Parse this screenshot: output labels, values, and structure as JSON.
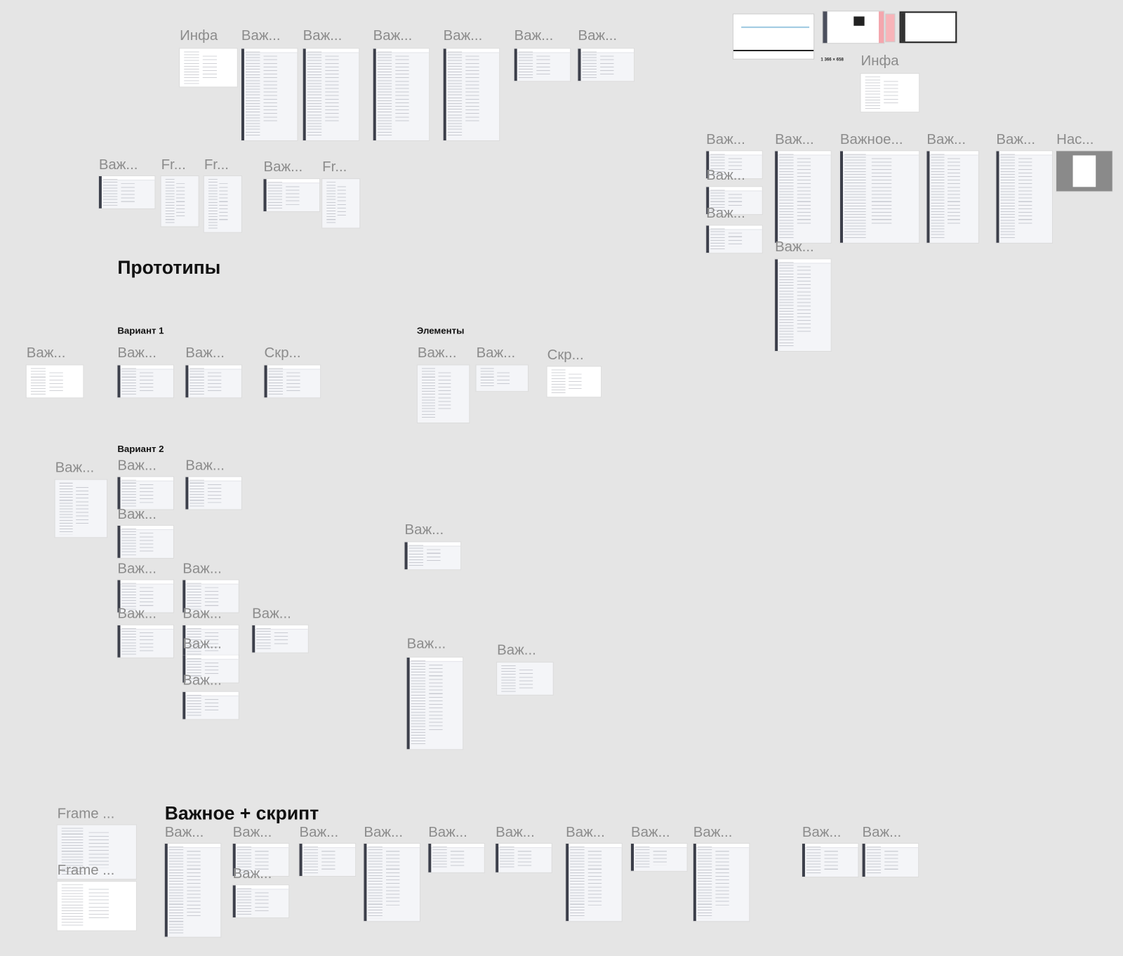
{
  "headings": {
    "prototypes": "Прототипы",
    "variant1": "Вариант 1",
    "variant2": "Вариант 2",
    "elements": "Элементы",
    "important_script": "Важное + скрипт"
  },
  "screenshot_size_label": "1 366 × 658",
  "frames": [
    {
      "label": "Инфа"
    },
    {
      "label": "Важ..."
    },
    {
      "label": "Важ..."
    },
    {
      "label": "Важ..."
    },
    {
      "label": "Важ..."
    },
    {
      "label": "Важ..."
    },
    {
      "label": "Важ..."
    },
    {
      "label": "Инфа"
    },
    {
      "label": "Важ..."
    },
    {
      "label": "Важ..."
    },
    {
      "label": "Важ..."
    },
    {
      "label": "Важ..."
    },
    {
      "label": "Важ..."
    },
    {
      "label": "Важное..."
    },
    {
      "label": "Важ..."
    },
    {
      "label": "Важ..."
    },
    {
      "label": "Нас..."
    },
    {
      "label": "Важ..."
    },
    {
      "label": "Fr..."
    },
    {
      "label": "Fr..."
    },
    {
      "label": "Важ..."
    },
    {
      "label": "Fr..."
    },
    {
      "label": "Важ..."
    },
    {
      "label": "Важ..."
    },
    {
      "label": "Важ..."
    },
    {
      "label": "Скр..."
    },
    {
      "label": "Важ..."
    },
    {
      "label": "Важ..."
    },
    {
      "label": "Скр..."
    },
    {
      "label": "Важ..."
    },
    {
      "label": "Важ..."
    },
    {
      "label": "Важ..."
    },
    {
      "label": "Важ..."
    },
    {
      "label": "Важ..."
    },
    {
      "label": "Важ..."
    },
    {
      "label": "Важ..."
    },
    {
      "label": "Важ..."
    },
    {
      "label": "Важ..."
    },
    {
      "label": "Важ..."
    },
    {
      "label": "Важ..."
    },
    {
      "label": "Важ..."
    },
    {
      "label": "Важ..."
    },
    {
      "label": "Важ..."
    },
    {
      "label": "Frame ..."
    },
    {
      "label": "Frame ..."
    },
    {
      "label": "Важ..."
    },
    {
      "label": "Важ..."
    },
    {
      "label": "Важ..."
    },
    {
      "label": "Важ..."
    },
    {
      "label": "Важ..."
    },
    {
      "label": "Важ..."
    },
    {
      "label": "Важ..."
    },
    {
      "label": "Важ..."
    },
    {
      "label": "Важ..."
    },
    {
      "label": "Важ..."
    },
    {
      "label": "Важ..."
    },
    {
      "label": "Важ..."
    }
  ]
}
